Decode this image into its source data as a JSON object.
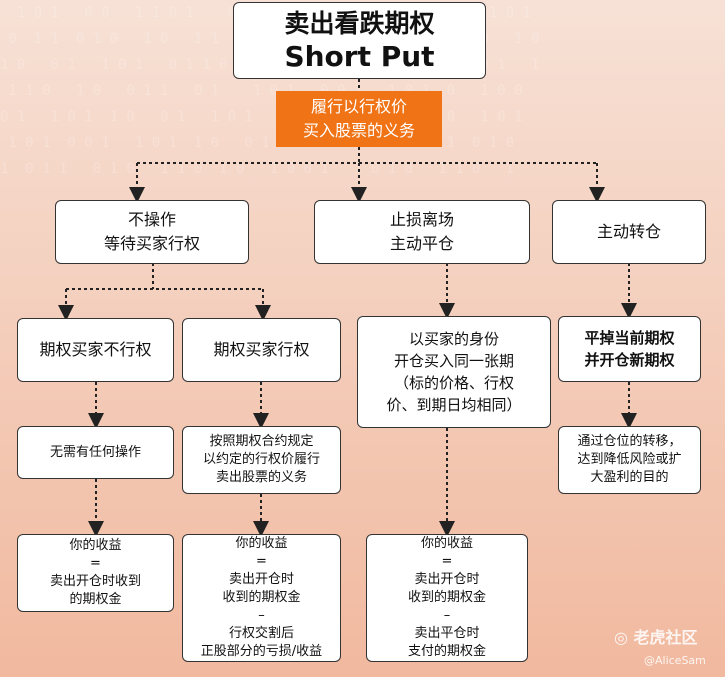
{
  "title": {
    "zh": "卖出看跌期权",
    "en": "Short Put"
  },
  "obligation": {
    "line1": "履行以行权价",
    "line2": "买入股票的义务"
  },
  "level1": [
    {
      "line1": "不操作",
      "line2": "等待买家行权"
    },
    {
      "line1": "止损离场",
      "line2": "主动平仓"
    },
    {
      "line1": "主动转仓"
    }
  ],
  "level2": [
    {
      "line1": "期权买家不行权"
    },
    {
      "line1": "期权买家行权"
    },
    {
      "lines": [
        "以买家的身份",
        "开仓买入同一张期",
        "（标的价格、行权",
        "价、到期日均相同）"
      ]
    },
    {
      "line1": "平掉当前期权",
      "line2": "并开仓新期权"
    }
  ],
  "level3": [
    {
      "line1": "无需有任何操作"
    },
    {
      "lines": [
        "按照期权合约规定",
        "以约定的行权价履行",
        "卖出股票的义务"
      ]
    },
    {
      "lines": [
        "通过仓位的转移，",
        "达到降低风险或扩",
        "大盈利的目的"
      ]
    }
  ],
  "level4": [
    {
      "lines": [
        "你的收益",
        "=",
        "卖出开仓时收到",
        "的期权金"
      ]
    },
    {
      "lines": [
        "你的收益",
        "=",
        "卖出开仓时",
        "收到的期权金",
        "–",
        "行权交割后",
        "正股部分的亏损/收益"
      ]
    },
    {
      "lines": [
        "你的收益",
        "=",
        "卖出开仓时",
        "收到的期权金",
        "–",
        "卖出平仓时",
        "支付的期权金"
      ]
    }
  ],
  "watermark": {
    "brand": "老虎社区",
    "user": "@AliceSam"
  },
  "colors": {
    "accent": "#f07316",
    "border": "#333333"
  }
}
